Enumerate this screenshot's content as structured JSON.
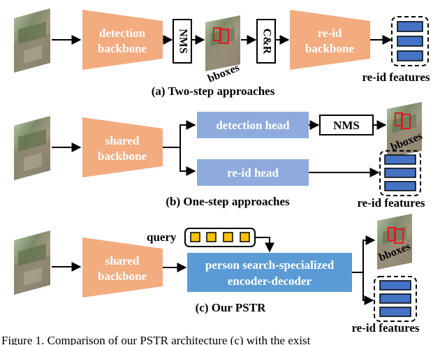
{
  "panel_a": {
    "backbone_det_line1": "detection",
    "backbone_det_line2": "backbone",
    "nms": "NMS",
    "bboxes": "bboxes",
    "cr": "C&R",
    "backbone_reid_line1": "re-id",
    "backbone_reid_line2": "backbone",
    "reid_features": "re-id features",
    "title": "(a) Two-step approaches"
  },
  "panel_b": {
    "backbone_line1": "shared",
    "backbone_line2": "backbone",
    "det_head": "detection head",
    "nms": "NMS",
    "bboxes": "bboxes",
    "reid_head": "re-id head",
    "reid_features": "re-id features",
    "title": "(b) One-step approaches"
  },
  "panel_c": {
    "query": "query",
    "backbone_line1": "shared",
    "backbone_line2": "backbone",
    "encdec_line1": "person search-specialized",
    "encdec_line2": "encoder-decoder",
    "bboxes": "bboxes",
    "reid_features": "re-id features",
    "title": "(c) Our PSTR"
  },
  "caption": "Figure 1. Comparison of our PSTR architecture (c) with the exist",
  "colors": {
    "trapezoid": "#F2AC80",
    "head_box": "#8FAADC",
    "encdec_box": "#5B9BD5",
    "feature_bar": "#4472C4",
    "query_token": "#FFC000",
    "bbox_red": "#E0191C"
  }
}
